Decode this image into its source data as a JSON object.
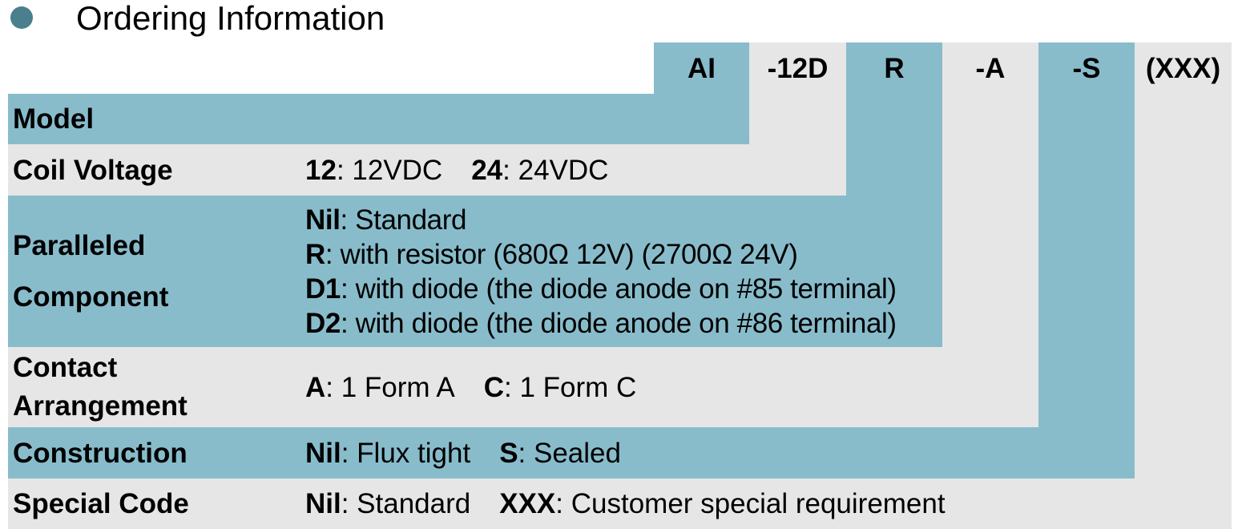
{
  "section": {
    "title": "Ordering Information",
    "bullet_color": "#4a7f8e"
  },
  "colors": {
    "teal": "#88bccb",
    "gray": "#e6e6e6"
  },
  "codes": [
    "AI",
    "-12D",
    "R",
    "-A",
    "-S",
    "(XXX)"
  ],
  "rows": {
    "model": {
      "label": "Model"
    },
    "coil_voltage": {
      "label": "Coil Voltage",
      "options": [
        {
          "code": "12",
          "desc": ": 12VDC"
        },
        {
          "code": "24",
          "desc": ": 24VDC"
        }
      ]
    },
    "paralleled_component": {
      "label_line1": "Paralleled",
      "label_line2": "Component",
      "options": [
        {
          "code": "Nil",
          "desc": ": Standard"
        },
        {
          "code": "R",
          "desc": ": with resistor (680Ω 12V) (2700Ω 24V)"
        },
        {
          "code": "D1",
          "desc": ": with diode (the diode anode on #85 terminal)"
        },
        {
          "code": "D2",
          "desc": ": with diode (the diode anode on #86 terminal)"
        }
      ]
    },
    "contact_arrangement": {
      "label_line1": "Contact",
      "label_line2": "Arrangement",
      "options": [
        {
          "code": "A",
          "desc": ": 1 Form A"
        },
        {
          "code": "C",
          "desc": ": 1 Form C"
        }
      ]
    },
    "construction": {
      "label": "Construction",
      "options": [
        {
          "code": "Nil",
          "desc": ": Flux tight"
        },
        {
          "code": "S",
          "desc": ": Sealed"
        }
      ]
    },
    "special_code": {
      "label": "Special Code",
      "options": [
        {
          "code": "Nil",
          "desc": ": Standard"
        },
        {
          "code": "XXX",
          "desc": ": Customer special requirement"
        }
      ]
    }
  }
}
